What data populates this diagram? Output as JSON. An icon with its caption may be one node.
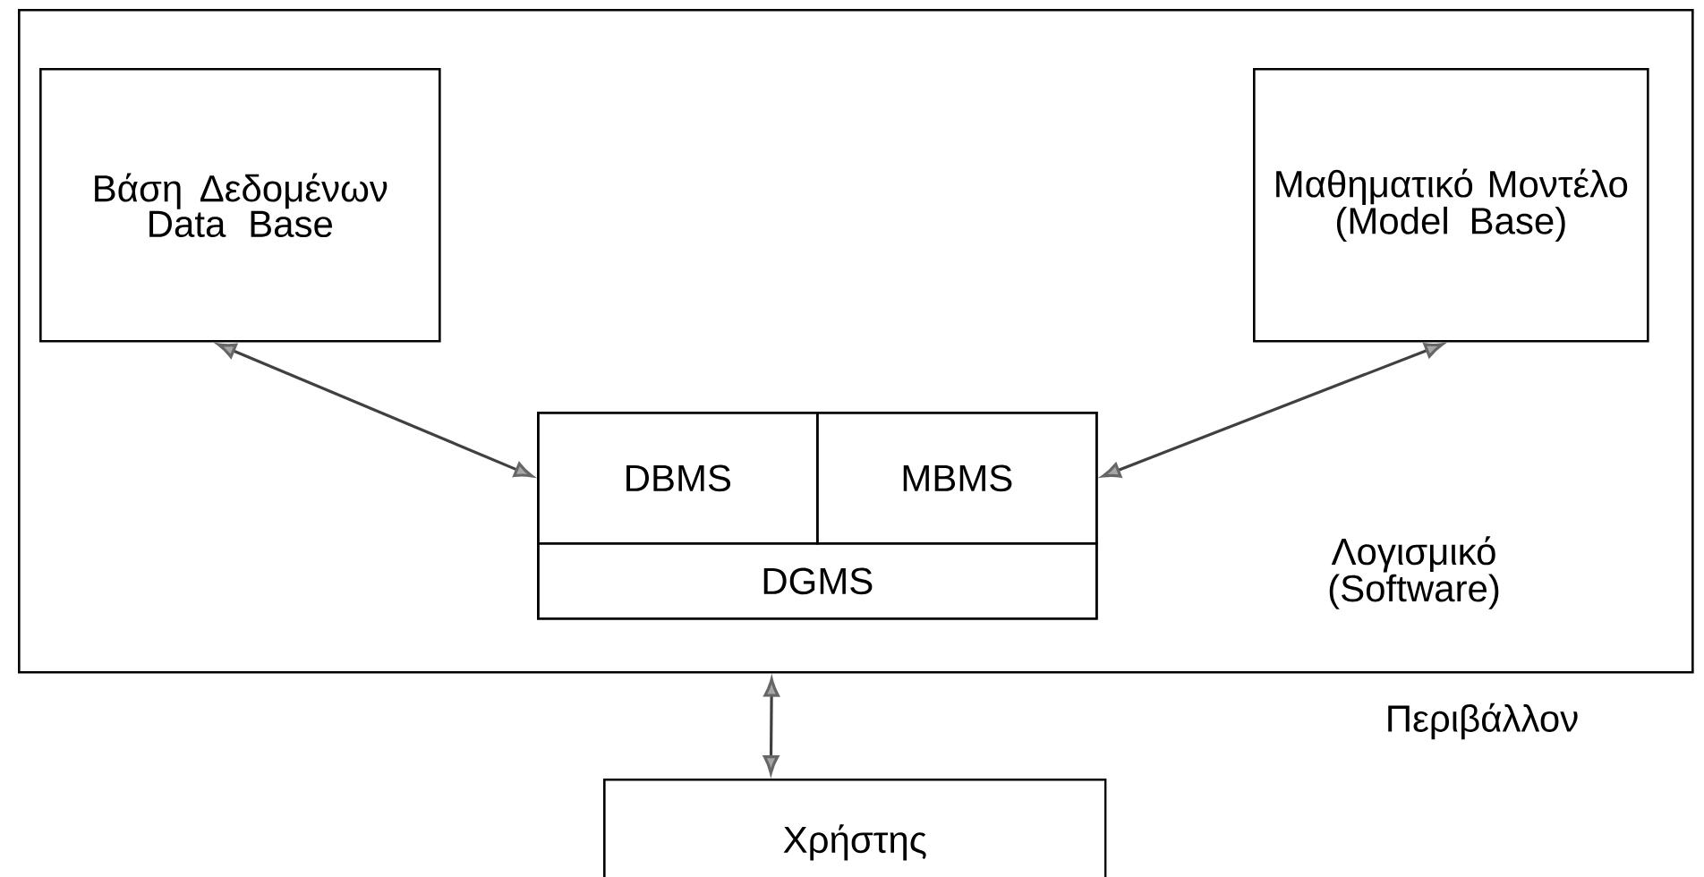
{
  "diagram": {
    "nodes": [
      {
        "text": [
          "Λογισμικό (Software)"
        ]
      },
      {
        "text": [
          "Βάση Δεδομένων Data Base"
        ],
        "in": 0
      },
      {
        "text": [
          "Μαθηματικό Μοντέλο (Model Base)"
        ],
        "in": 0
      },
      {
        "text": [],
        "shape": "box",
        "in": 0
      },
      {
        "text": [
          "DBMS"
        ],
        "in": 3
      },
      {
        "text": [
          "MBMS"
        ],
        "in": 3
      },
      {
        "text": [
          "DGMS"
        ],
        "in": 3
      },
      {
        "text": [
          "Χρήστης"
        ]
      }
    ],
    "edges": [
      {
        "from": 1,
        "to": 4,
        "arrow": "both"
      },
      {
        "from": 2,
        "to": 5,
        "arrow": "both"
      },
      {
        "from": 0,
        "to": 7,
        "arrow": "both"
      }
    ],
    "labels": [
      "Περιβάλλον"
    ]
  }
}
